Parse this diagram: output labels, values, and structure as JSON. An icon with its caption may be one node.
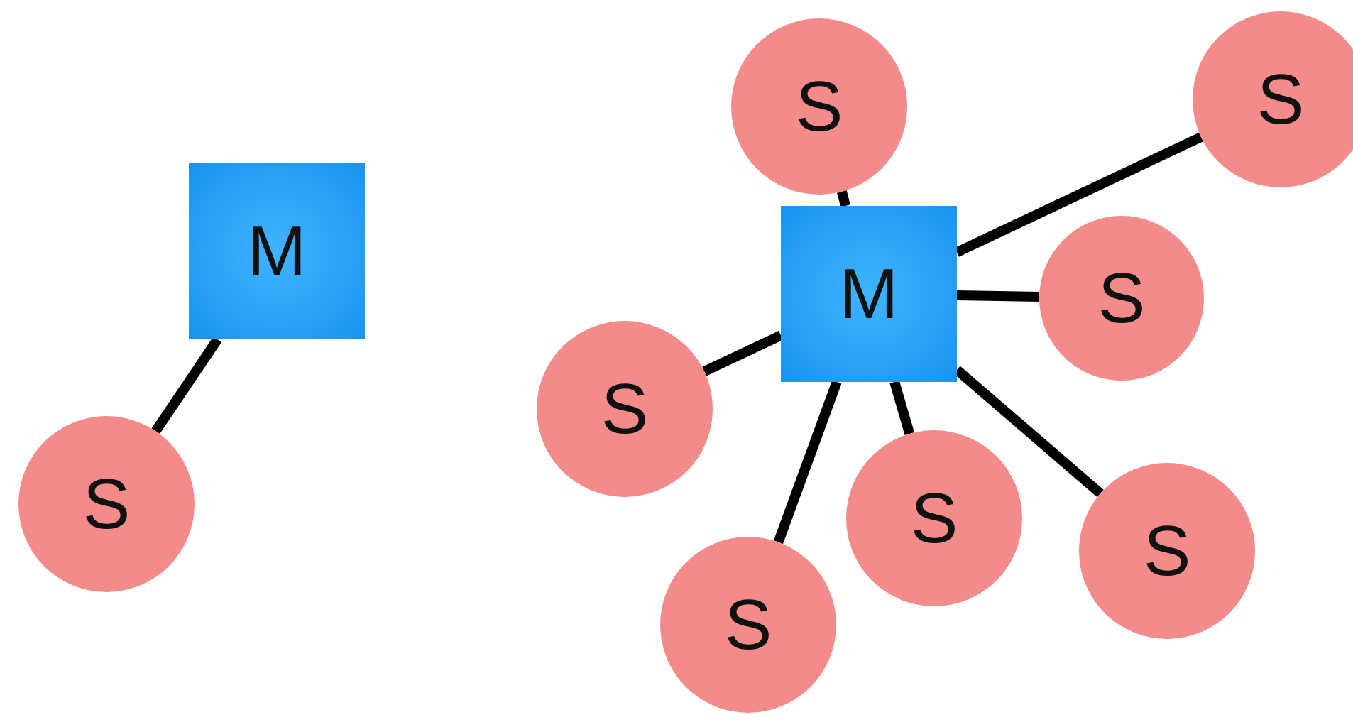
{
  "diagram": {
    "nodes": [
      {
        "text": [
          "M"
        ]
      },
      {
        "text": [
          "S"
        ]
      },
      {
        "text": [
          "S"
        ]
      },
      {
        "text": [
          "S"
        ]
      },
      {
        "text": [
          "M"
        ]
      },
      {
        "text": [
          "S"
        ]
      },
      {
        "text": [
          "S"
        ]
      },
      {
        "text": [
          "S"
        ]
      },
      {
        "text": [
          "S"
        ]
      },
      {
        "text": [
          "S"
        ]
      }
    ],
    "edges": [
      {
        "from": 0,
        "to": 1,
        "arrow": "none"
      },
      {
        "from": 4,
        "to": 2,
        "arrow": "none"
      },
      {
        "from": 4,
        "to": 3,
        "arrow": "none"
      },
      {
        "from": 4,
        "to": 5,
        "arrow": "none"
      },
      {
        "from": 4,
        "to": 6,
        "arrow": "none"
      },
      {
        "from": 4,
        "to": 7,
        "arrow": "none"
      },
      {
        "from": 4,
        "to": 8,
        "arrow": "none"
      },
      {
        "from": 4,
        "to": 9,
        "arrow": "none"
      }
    ]
  }
}
